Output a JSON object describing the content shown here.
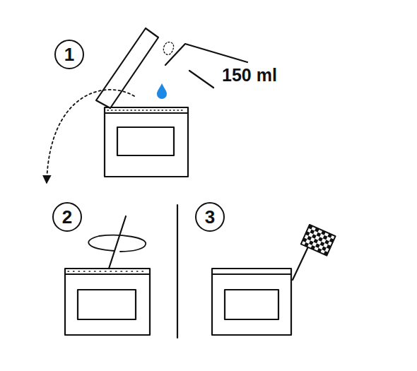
{
  "diagram": {
    "nodes": [
      {
        "text": [
          "1"
        ]
      },
      {
        "text": [
          "2"
        ]
      },
      {
        "text": [
          "3"
        ]
      }
    ],
    "labels": [
      "150 ml"
    ]
  }
}
